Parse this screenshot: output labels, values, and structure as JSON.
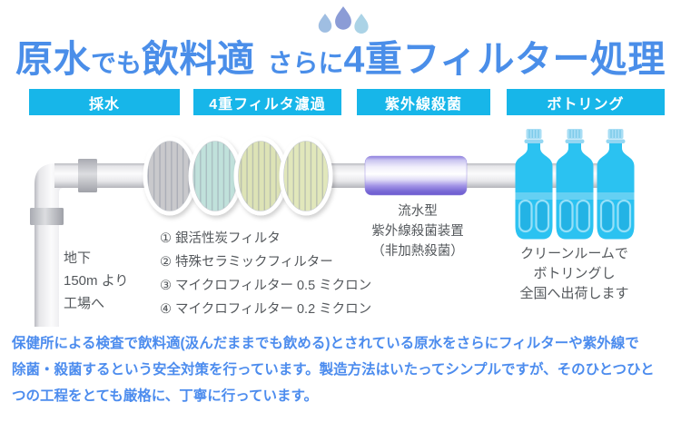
{
  "header": {
    "title_part1": "原水",
    "title_part2": "でも",
    "title_part3": "飲料適",
    "title_part4": "さらに",
    "title_part5": "4重フィルター処理",
    "drops_icon": "water-drops-icon"
  },
  "stages": [
    {
      "label": "採水"
    },
    {
      "label": "4重フィルタ濾過"
    },
    {
      "label": "紫外線殺菌"
    },
    {
      "label": "ボトリング"
    }
  ],
  "diagram": {
    "source_note": {
      "line1": "地下",
      "line2": "150m より",
      "line3": "工場へ"
    },
    "filter_list": [
      "① 銀活性炭フィルタ",
      "② 特殊セラミックフィルター",
      "③ マイクロフィルター 0.5 ミクロン",
      "④ マイクロフィルター 0.2 ミクロン"
    ],
    "uv_note": {
      "line1": "流水型",
      "line2": "紫外線殺菌装置",
      "line3": "（非加熱殺菌）"
    },
    "bottling_note": {
      "line1": "クリーンルームで",
      "line2": "ボトリングし",
      "line3": "全国へ出荷します"
    }
  },
  "footer": {
    "line1": "保健所による検査で飲料適(汲んだままでも飲める)とされている原水をさらにフィルターや紫外線で",
    "line2": "除菌・殺菌するという安全対策を行っています。製造方法はいたってシンプルですが、そのひとつひと",
    "line3": "つの工程をとても厳格に、丁寧に行っています。"
  },
  "colors": {
    "title_blue": "#4a8ee9",
    "bar_cyan": "#17b6e9",
    "footer_blue": "#4c8cee",
    "note_gray": "#54585c",
    "bottle_cyan": "#2bc2f1",
    "uv_purple": "#7566d4"
  }
}
